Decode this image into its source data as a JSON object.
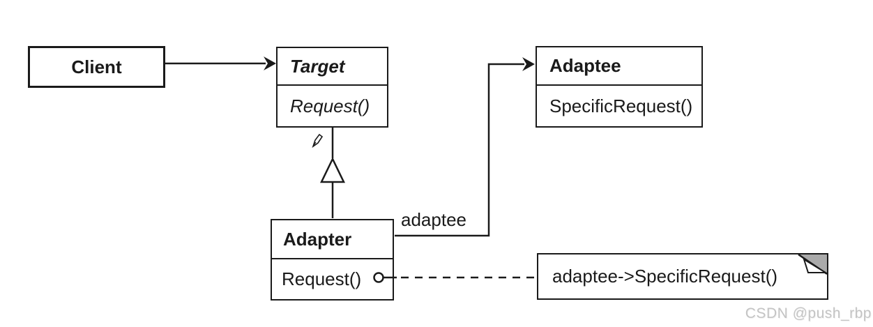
{
  "classes": {
    "client": {
      "name": "Client"
    },
    "target": {
      "name": "Target",
      "methods": [
        "Request()"
      ]
    },
    "adaptee": {
      "name": "Adaptee",
      "methods": [
        "SpecificRequest()"
      ]
    },
    "adapter": {
      "name": "Adapter",
      "methods": [
        "Request()"
      ]
    }
  },
  "relations": [
    {
      "from": "Client",
      "to": "Target",
      "type": "directed-association"
    },
    {
      "from": "Adapter",
      "to": "Target",
      "type": "generalization"
    },
    {
      "from": "Adapter",
      "to": "Adaptee",
      "type": "directed-association",
      "label": "adaptee"
    },
    {
      "from": "Adapter.Request()",
      "to": "note",
      "type": "dashed-lollipop-link"
    }
  ],
  "labels": {
    "association": "adaptee"
  },
  "note": {
    "text": "adaptee->SpecificRequest()"
  },
  "watermark": {
    "text": "CSDN @push_rbp"
  },
  "colors": {
    "line": "#1a1a1a",
    "note_fold": "#aaaaaa",
    "watermark": "#c4c4c4",
    "background": "#ffffff"
  }
}
